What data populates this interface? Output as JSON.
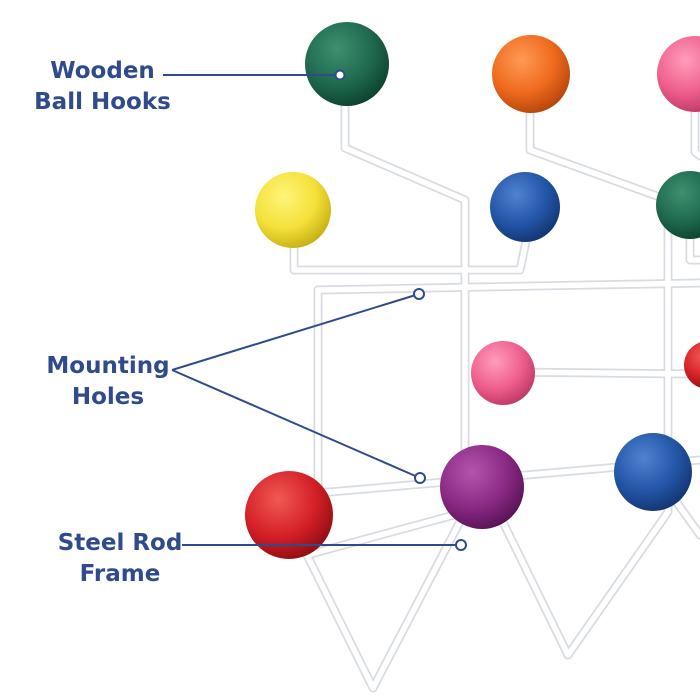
{
  "callouts": {
    "ball_hooks": {
      "line1": "Wooden",
      "line2": "Ball Hooks"
    },
    "mounting_holes": {
      "line1": "Mounting",
      "line2": "Holes"
    },
    "steel_rod": {
      "line1": "Steel Rod",
      "line2": "Frame"
    }
  },
  "colors": {
    "label_text": "#2f4b8c",
    "leader_line": "#2f4b8c",
    "rod": "#ffffff",
    "ball_green": "#1f6a4f",
    "ball_orange": "#ef6a1d",
    "ball_pink": "#ef5f8d",
    "ball_yellow": "#f4e13a",
    "ball_blue": "#2456a8",
    "ball_red": "#d52027",
    "ball_purple": "#8a2a85"
  }
}
